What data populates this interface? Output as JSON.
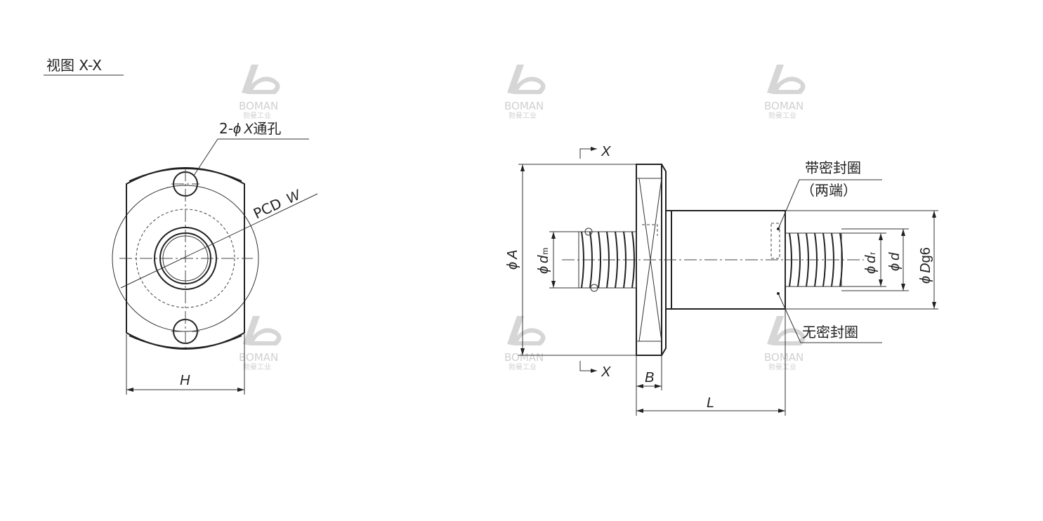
{
  "view_title": "视图 X-X",
  "left_view": {
    "hole_label_prefix": "2-",
    "hole_label_phi": "ϕ",
    "hole_label_var": "X",
    "hole_label_suffix": "通孔",
    "pcd_label": "PCD",
    "pcd_var": "W",
    "width_label": "H"
  },
  "right_view": {
    "section_mark": "X",
    "dim_A": "A",
    "dim_dm": "d",
    "dim_dm_sub": "m",
    "dim_B": "B",
    "dim_L": "L",
    "dim_dr": "d",
    "dim_dr_sub": "r",
    "dim_d": "d",
    "dim_Dg6_var": "D",
    "dim_Dg6_tol": "g6",
    "phi": "ϕ",
    "seal_both_label": "带密封圈",
    "seal_both_sub": "（两端）",
    "seal_none_label": "无密封圈"
  },
  "watermark": {
    "brand": "BOMAN",
    "brand_cn": "勃曼工业"
  },
  "colors": {
    "line": "#222222",
    "watermark": "#d0d0d0"
  }
}
